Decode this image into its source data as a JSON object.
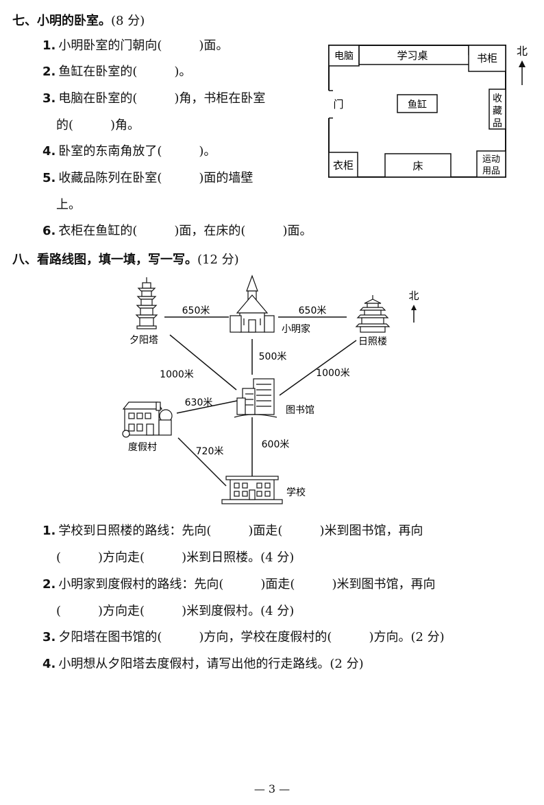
{
  "section7": {
    "title": "七、小明的卧室。",
    "points": "(8 分)",
    "questions": [
      {
        "num": "1.",
        "text": "小明卧室的门朝向(　　　)面。"
      },
      {
        "num": "2.",
        "text": "鱼缸在卧室的(　　　)。"
      },
      {
        "num": "3.",
        "text": "电脑在卧室的(　　　)角，书柜在卧室",
        "cont": "的(　　　)角。"
      },
      {
        "num": "4.",
        "text": "卧室的东南角放了(　　　)。"
      },
      {
        "num": "5.",
        "text": "收藏品陈列在卧室(　　　)面的墙壁",
        "cont": "上。"
      },
      {
        "num": "6.",
        "text": "衣柜在鱼缸的(　　　)面，在床的(　　　)面。"
      }
    ],
    "room": {
      "computer": "电脑",
      "desk": "学习桌",
      "bookcase": "书柜",
      "door": "门",
      "fishtank": "鱼缸",
      "collection": [
        "收",
        "藏",
        "品"
      ],
      "wardrobe": "衣柜",
      "bed": "床",
      "sports": [
        "运动",
        "用品"
      ],
      "north": "北"
    }
  },
  "section8": {
    "title": "八、看路线图，填一填，写一写。",
    "points": "(12 分)",
    "map": {
      "places": {
        "tower": "夕阳塔",
        "home": "小明家",
        "rizhao": "日照楼",
        "library": "图书馆",
        "resort": "度假村",
        "school": "学校"
      },
      "distances": {
        "tower_home": "650米",
        "home_rizhao": "650米",
        "home_library": "500米",
        "tower_library": "1000米",
        "rizhao_library": "1000米",
        "resort_library": "630米",
        "resort_school": "720米",
        "library_school": "600米"
      },
      "north": "北"
    },
    "questions": [
      {
        "num": "1.",
        "text": "学校到日照楼的路线：先向(　　　)面走(　　　)米到图书馆，再向",
        "cont": "(　　　)方向走(　　　)米到日照楼。(4 分)"
      },
      {
        "num": "2.",
        "text": "小明家到度假村的路线：先向(　　　)面走(　　　)米到图书馆，再向",
        "cont": "(　　　)方向走(　　　)米到度假村。(4 分)"
      },
      {
        "num": "3.",
        "text": "夕阳塔在图书馆的(　　　)方向，学校在度假村的(　　　)方向。(2 分)"
      },
      {
        "num": "4.",
        "text": "小明想从夕阳塔去度假村，请写出他的行走路线。(2 分)"
      }
    ]
  },
  "page_number": "— 3 —"
}
